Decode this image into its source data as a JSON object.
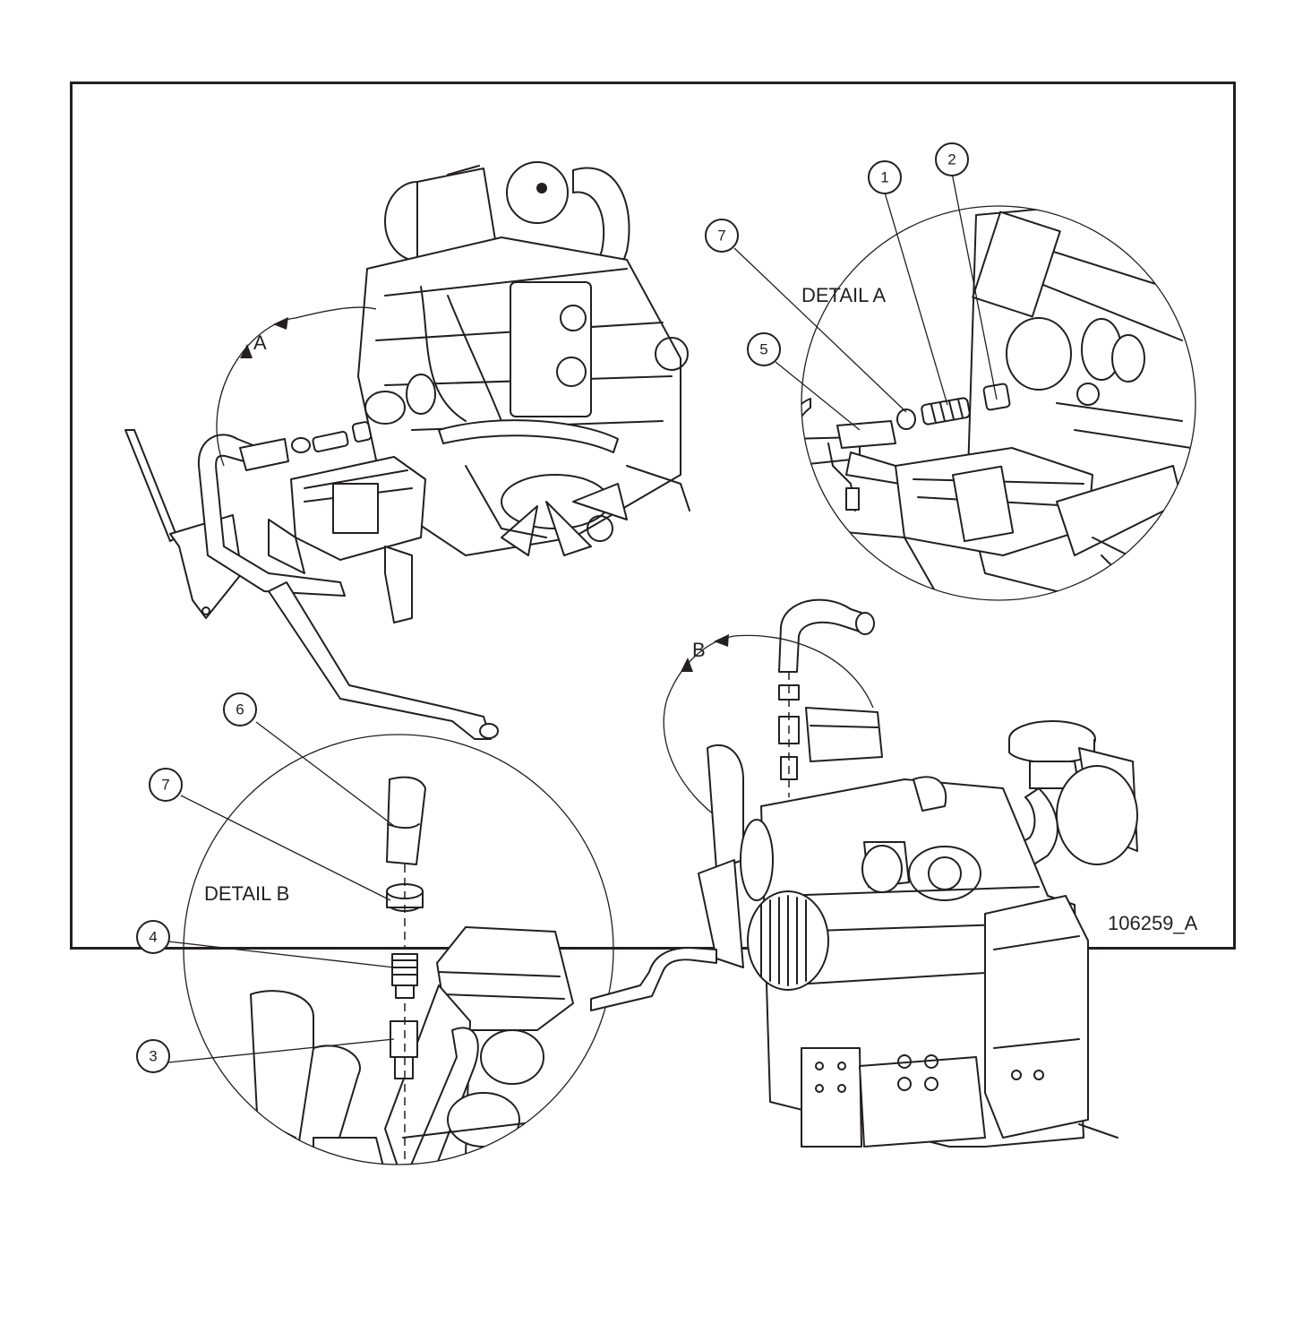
{
  "labels": {
    "detail_a": "DETAIL A",
    "detail_b": "DETAIL B",
    "view_a": "A",
    "view_b": "B",
    "figure_id": "106259_A"
  },
  "callouts": [
    "1",
    "2",
    "3",
    "4",
    "5",
    "6",
    "7",
    "7"
  ],
  "colors": {
    "line": "#231f20",
    "background": "#ffffff"
  }
}
